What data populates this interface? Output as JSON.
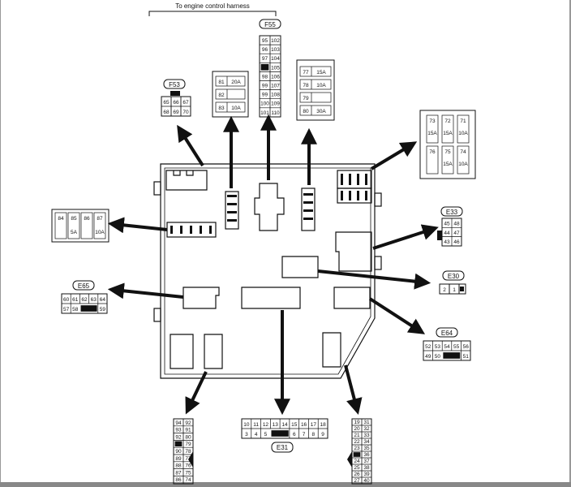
{
  "header": {
    "harness_label": "To engine control harness"
  },
  "connectors": {
    "F55": {
      "name": "F55",
      "pins": [
        [
          "95",
          "102"
        ],
        [
          "96",
          "103"
        ],
        [
          "97",
          "104"
        ],
        [
          "",
          "105"
        ],
        [
          "98",
          "106"
        ],
        [
          "99",
          "107"
        ],
        [
          "99",
          "108"
        ],
        [
          "100",
          "109"
        ],
        [
          "101",
          "110"
        ]
      ]
    },
    "F53": {
      "name": "F53",
      "pins": [
        [
          "65",
          "66",
          "67"
        ],
        [
          "68",
          "69",
          "70"
        ]
      ]
    },
    "E33": {
      "name": "E33",
      "pins": [
        [
          "45",
          "48"
        ],
        [
          "44",
          "47"
        ],
        [
          "43",
          "46"
        ]
      ]
    },
    "E30": {
      "name": "E30",
      "pins": [
        "2",
        "1"
      ]
    },
    "E64": {
      "name": "E64",
      "row1": [
        "52",
        "53",
        "54",
        "55",
        "56"
      ],
      "row2": [
        "49",
        "50",
        "",
        "51"
      ]
    },
    "E65": {
      "name": "E65",
      "row1": [
        "60",
        "61",
        "62",
        "63",
        "64"
      ],
      "row2": [
        "57",
        "58",
        "",
        "59"
      ]
    },
    "E31": {
      "name": "E31",
      "row1": [
        "10",
        "11",
        "12",
        "13",
        "14",
        "15",
        "16",
        "17",
        "18"
      ],
      "row2": [
        "3",
        "4",
        "5",
        "",
        "6",
        "7",
        "8",
        "9"
      ]
    },
    "left_bottom": {
      "rows": [
        [
          "94",
          "92"
        ],
        [
          "93",
          "91"
        ],
        [
          "92",
          "80"
        ],
        [
          "",
          "79"
        ],
        [
          "90",
          "78"
        ],
        [
          "89",
          "77"
        ],
        [
          "88",
          "76"
        ],
        [
          "87",
          "75"
        ],
        [
          "86",
          "74"
        ]
      ]
    },
    "right_bottom": {
      "rows": [
        [
          "19",
          "31"
        ],
        [
          "20",
          "32"
        ],
        [
          "21",
          "33"
        ],
        [
          "22",
          "34"
        ],
        [
          "23",
          "35"
        ],
        [
          "",
          "36"
        ],
        [
          "24",
          "37"
        ],
        [
          "25",
          "38"
        ],
        [
          "26",
          "39"
        ],
        [
          "27",
          "40"
        ]
      ]
    }
  },
  "fuse_blocks": {
    "top_small": {
      "rows": [
        {
          "num": "81",
          "amp": "20A"
        },
        {
          "num": "82",
          "amp": ""
        },
        {
          "num": "83",
          "amp": "10A"
        }
      ]
    },
    "top_right": {
      "rows": [
        {
          "num": "77",
          "amp": "15A"
        },
        {
          "num": "78",
          "amp": "10A"
        },
        {
          "num": "79",
          "amp": ""
        },
        {
          "num": "80",
          "amp": "30A"
        }
      ]
    },
    "right_top": {
      "top": [
        {
          "num": "73",
          "amp": "15A"
        },
        {
          "num": "72",
          "amp": "15A"
        },
        {
          "num": "71",
          "amp": "10A"
        }
      ],
      "bottom": [
        {
          "num": "76",
          "amp": ""
        },
        {
          "num": "75",
          "amp": "15A"
        },
        {
          "num": "74",
          "amp": "10A"
        }
      ]
    },
    "left": {
      "nums": [
        "84",
        "85",
        "86",
        "87"
      ],
      "amps": [
        "",
        "5A",
        "",
        "10A"
      ]
    }
  }
}
